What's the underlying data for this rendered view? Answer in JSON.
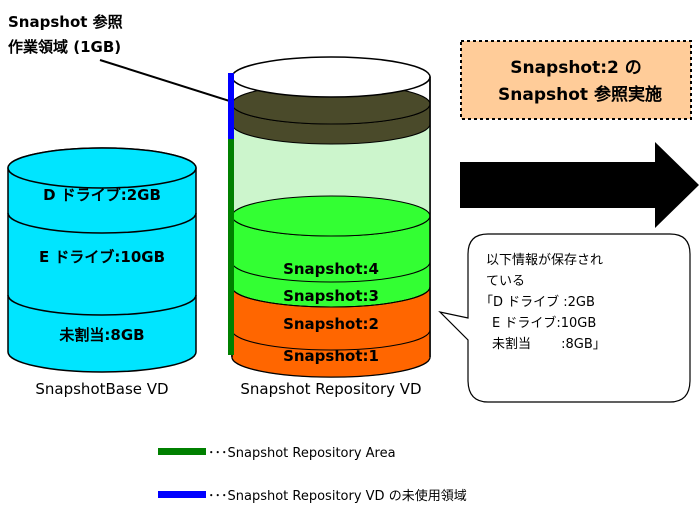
{
  "top_label": {
    "line1": "Snapshot 参照",
    "line2": "作業領域 (1GB)"
  },
  "callout_box": {
    "line1": "Snapshot:2 の",
    "line2": "Snapshot 参照実施"
  },
  "base_vd": {
    "sections": [
      "D ドライブ:2GB",
      "E ドライブ:10GB",
      "未割当:8GB"
    ],
    "caption": "SnapshotBase VD"
  },
  "repository_vd": {
    "snapshots": [
      "Snapshot:4",
      "Snapshot:3",
      "Snapshot:2",
      "Snapshot:1"
    ],
    "caption": "Snapshot Repository VD"
  },
  "speech_bubble": {
    "lines": [
      "以下情報が保存され",
      "ている",
      "「D ドライブ :2GB",
      "E ドライブ:10GB",
      "未割当　　 :8GB」"
    ]
  },
  "legend": {
    "green": "･･･Snapshot Repository Area",
    "blue": "･･･Snapshot Repository VD の未使用領域"
  },
  "colors": {
    "base_fill": "#00e5ff",
    "green_light": "#ccf5cc",
    "green_bright": "#33ff33",
    "orange": "#ff6600",
    "dark_band": "#4a4a2a",
    "repo_green": "#008000",
    "unused_blue": "#0000ff",
    "callout_fill": "#ffcc99",
    "arrow": "#000000"
  }
}
